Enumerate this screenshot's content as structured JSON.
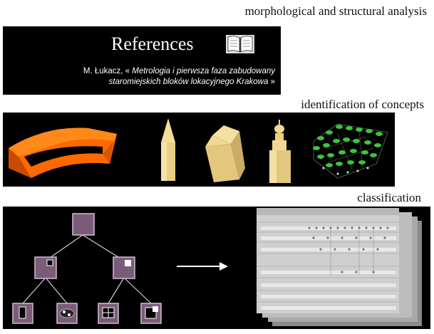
{
  "sections": {
    "morphology_title": "morphological and structural analysis",
    "concepts_title": "identification of concepts",
    "classification_title": "classification"
  },
  "references": {
    "heading": "References",
    "author": "M. Łukacz, «",
    "work_line1": "Metrologia i pierwsza faza zabudowany",
    "work_line2": "staromiejskich bloków lokacyjnego Krakowa",
    "close": "»"
  },
  "icons": {
    "book": "open-book-icon",
    "arrow": "right-arrow-icon"
  },
  "colors": {
    "panel_bg": "#000000",
    "orange": "#ff6a00",
    "tower": "#e8d08a",
    "green_dots": "#3cc43c",
    "node_fill": "#7a5c78",
    "table_bg": "#cfcfcf"
  }
}
